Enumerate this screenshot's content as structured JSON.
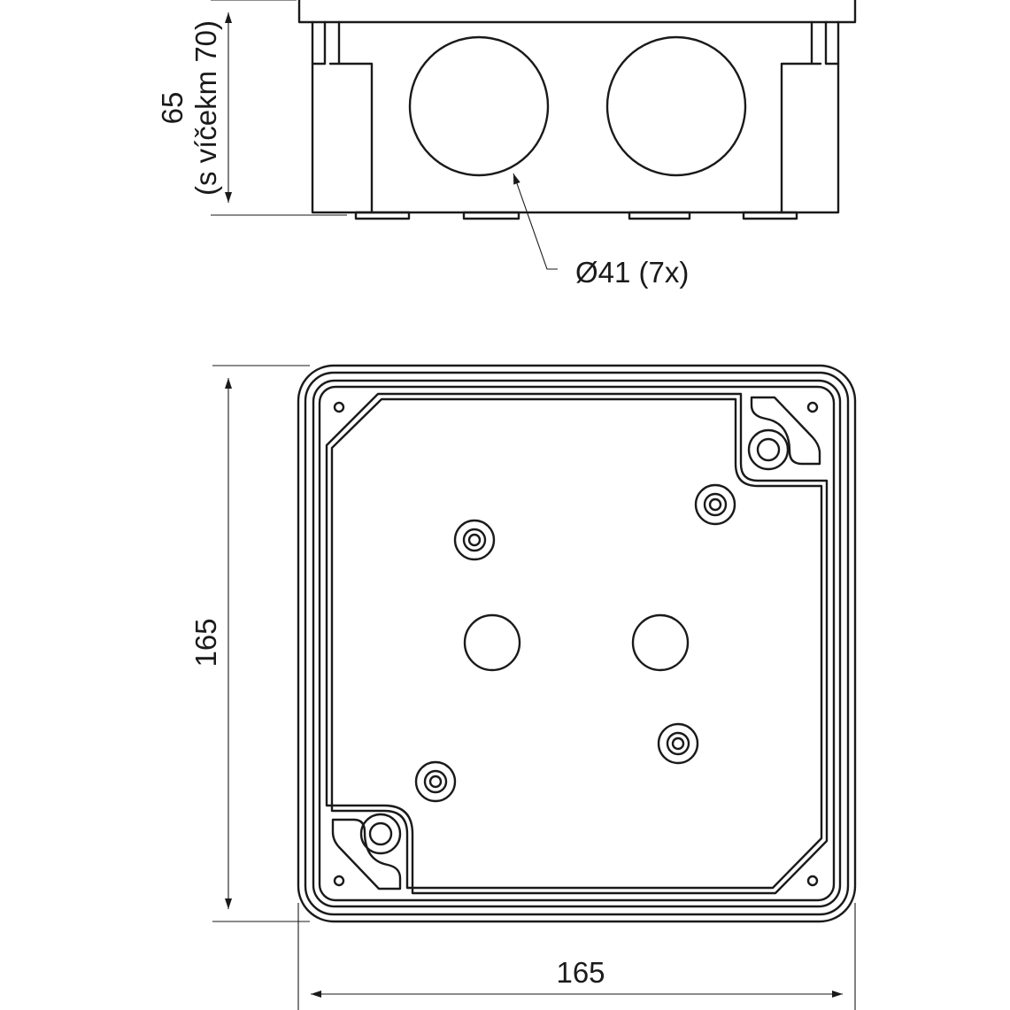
{
  "dimensions": {
    "height_value": "65",
    "height_note": "(s víčekm 70)",
    "hole_callout": "Ø41 (7x)",
    "side_length": "165",
    "width_length": "165"
  },
  "colors": {
    "line": "#1a1a1a",
    "background": "#ffffff"
  }
}
